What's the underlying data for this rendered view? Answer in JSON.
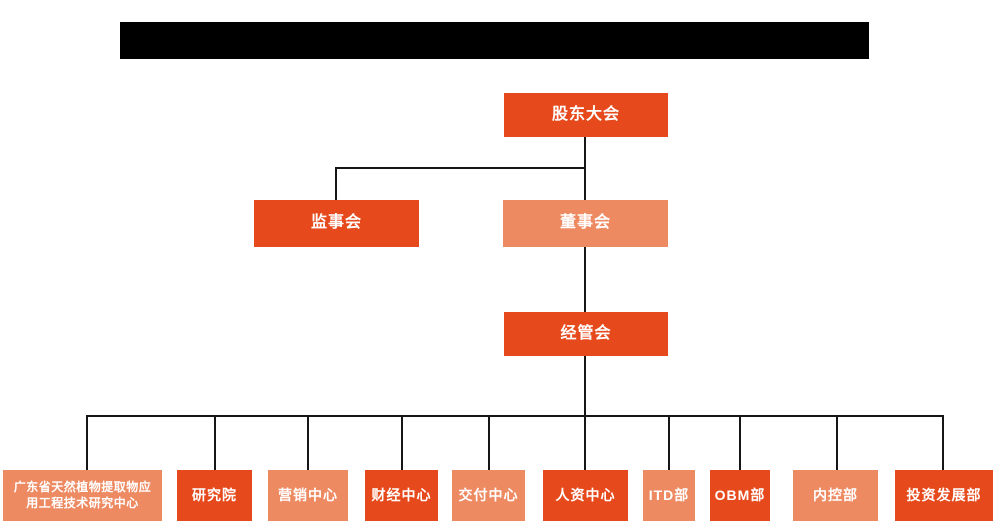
{
  "colors": {
    "primary_orange": "#E64A1C",
    "light_orange": "#EE8A62",
    "connector_line": "#161616",
    "redacted_bar": "#000000",
    "node_text": "#ffffff",
    "background": "#ffffff"
  },
  "org": {
    "nodes": {
      "shareholders": {
        "label": "股东大会"
      },
      "supervisory": {
        "label": "监事会"
      },
      "board": {
        "label": "董事会"
      },
      "management": {
        "label": "经管会"
      },
      "departments": [
        {
          "label": "广东省天然植物提取物应用工程技术研究中心"
        },
        {
          "label": "研究院"
        },
        {
          "label": "营销中心"
        },
        {
          "label": "财经中心"
        },
        {
          "label": "交付中心"
        },
        {
          "label": "人资中心"
        },
        {
          "label": "ITD部"
        },
        {
          "label": "OBM部"
        },
        {
          "label": "内控部"
        },
        {
          "label": "投资发展部"
        }
      ]
    },
    "hierarchy": [
      {
        "parent": "股东大会",
        "children": [
          "监事会",
          "董事会"
        ]
      },
      {
        "parent": "董事会",
        "children": [
          "经管会"
        ]
      },
      {
        "parent": "经管会",
        "children": [
          "广东省天然植物提取物应用工程技术研究中心",
          "研究院",
          "营销中心",
          "财经中心",
          "交付中心",
          "人资中心",
          "ITD部",
          "OBM部",
          "内控部",
          "投资发展部"
        ]
      }
    ]
  }
}
